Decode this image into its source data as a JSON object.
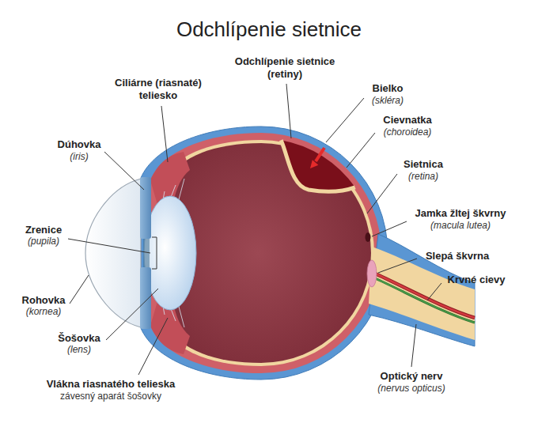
{
  "diagram": {
    "title": "Odchlípenie sietnice",
    "labels": [
      "Odchlípenie sietnice (retiny)",
      "Ciliárne (riasnaté) teliesko",
      "Bielko",
      "(skléra)",
      "Cievnatka",
      "(choroidea)",
      "Dúhovka",
      "(iris)",
      "Sietnica",
      "(retina)",
      "Jamka žltej škvrny",
      "(macula lutea)",
      "Zrenice",
      "(pupila)",
      "Slepá škvrna",
      "Krvné cievy",
      "Rohovka",
      "(kornea)",
      "Šošovka",
      "(lens)",
      "Vlákna riasnatého telieska",
      "závesný aparát šošovky",
      "Optický nerv",
      "(nervus opticus)"
    ]
  }
}
